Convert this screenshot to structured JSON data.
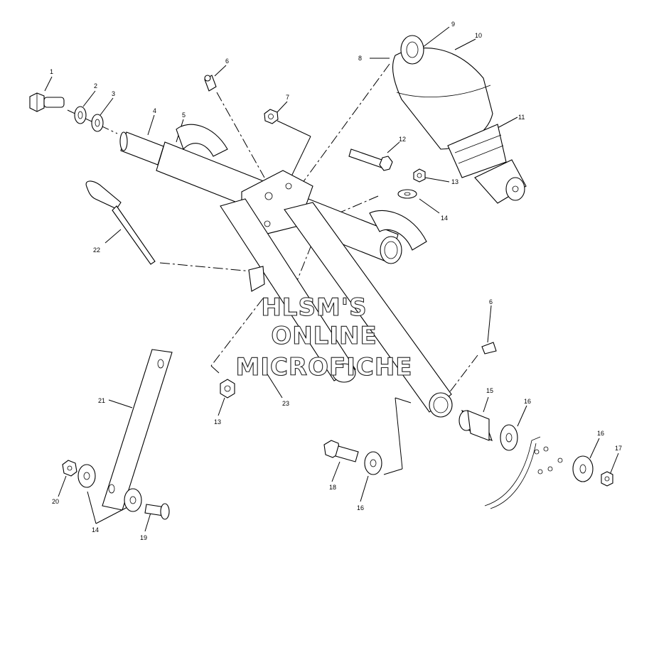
{
  "diagram": {
    "callouts": [
      {
        "id": "c1",
        "label": "1"
      },
      {
        "id": "c2",
        "label": "2"
      },
      {
        "id": "c3",
        "label": "3"
      },
      {
        "id": "c4",
        "label": "4"
      },
      {
        "id": "c5",
        "label": "5"
      },
      {
        "id": "c6a",
        "label": "6"
      },
      {
        "id": "c7",
        "label": "7"
      },
      {
        "id": "c8",
        "label": "8"
      },
      {
        "id": "c9",
        "label": "9"
      },
      {
        "id": "c10",
        "label": "10"
      },
      {
        "id": "c11",
        "label": "11"
      },
      {
        "id": "c12",
        "label": "12"
      },
      {
        "id": "c13a",
        "label": "13"
      },
      {
        "id": "c14a",
        "label": "14"
      },
      {
        "id": "c22",
        "label": "22"
      },
      {
        "id": "c6b",
        "label": "6"
      },
      {
        "id": "c15",
        "label": "15"
      },
      {
        "id": "c16a",
        "label": "16"
      },
      {
        "id": "c16b",
        "label": "16"
      },
      {
        "id": "c17",
        "label": "17"
      },
      {
        "id": "c21",
        "label": "21"
      },
      {
        "id": "c23",
        "label": "23"
      },
      {
        "id": "c13b",
        "label": "13"
      },
      {
        "id": "c18",
        "label": "18"
      },
      {
        "id": "c16c",
        "label": "16"
      },
      {
        "id": "c20",
        "label": "20"
      },
      {
        "id": "c14b",
        "label": "14"
      },
      {
        "id": "c19",
        "label": "19"
      }
    ],
    "watermark": {
      "line1": "HLSM'S",
      "line2": "ONLINE",
      "line3": "MICROFICHE"
    }
  }
}
